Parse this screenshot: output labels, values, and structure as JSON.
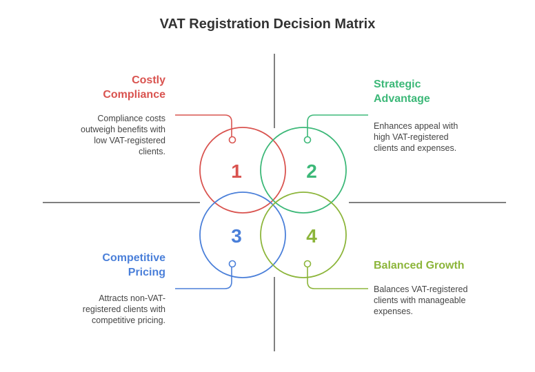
{
  "title": "VAT Registration Decision Matrix",
  "colors": {
    "q1": "#d9534f",
    "q2": "#3cb878",
    "q3": "#4a7fd9",
    "q4": "#8cb53a",
    "axis": "#555555"
  },
  "quadrants": [
    {
      "number": "1",
      "title_lines": [
        "Costly",
        "Compliance"
      ],
      "desc_lines": [
        "Compliance costs",
        "outweigh benefits with",
        "low VAT-registered",
        "clients."
      ]
    },
    {
      "number": "2",
      "title_lines": [
        "Strategic",
        "Advantage"
      ],
      "desc_lines": [
        "Enhances appeal with",
        "high VAT-registered",
        "clients and expenses."
      ]
    },
    {
      "number": "3",
      "title_lines": [
        "Competitive",
        "Pricing"
      ],
      "desc_lines": [
        "Attracts non-VAT-",
        "registered clients with",
        "competitive pricing."
      ]
    },
    {
      "number": "4",
      "title_lines": [
        "Balanced Growth"
      ],
      "desc_lines": [
        "Balances VAT-registered",
        "clients with manageable",
        "expenses."
      ]
    }
  ]
}
